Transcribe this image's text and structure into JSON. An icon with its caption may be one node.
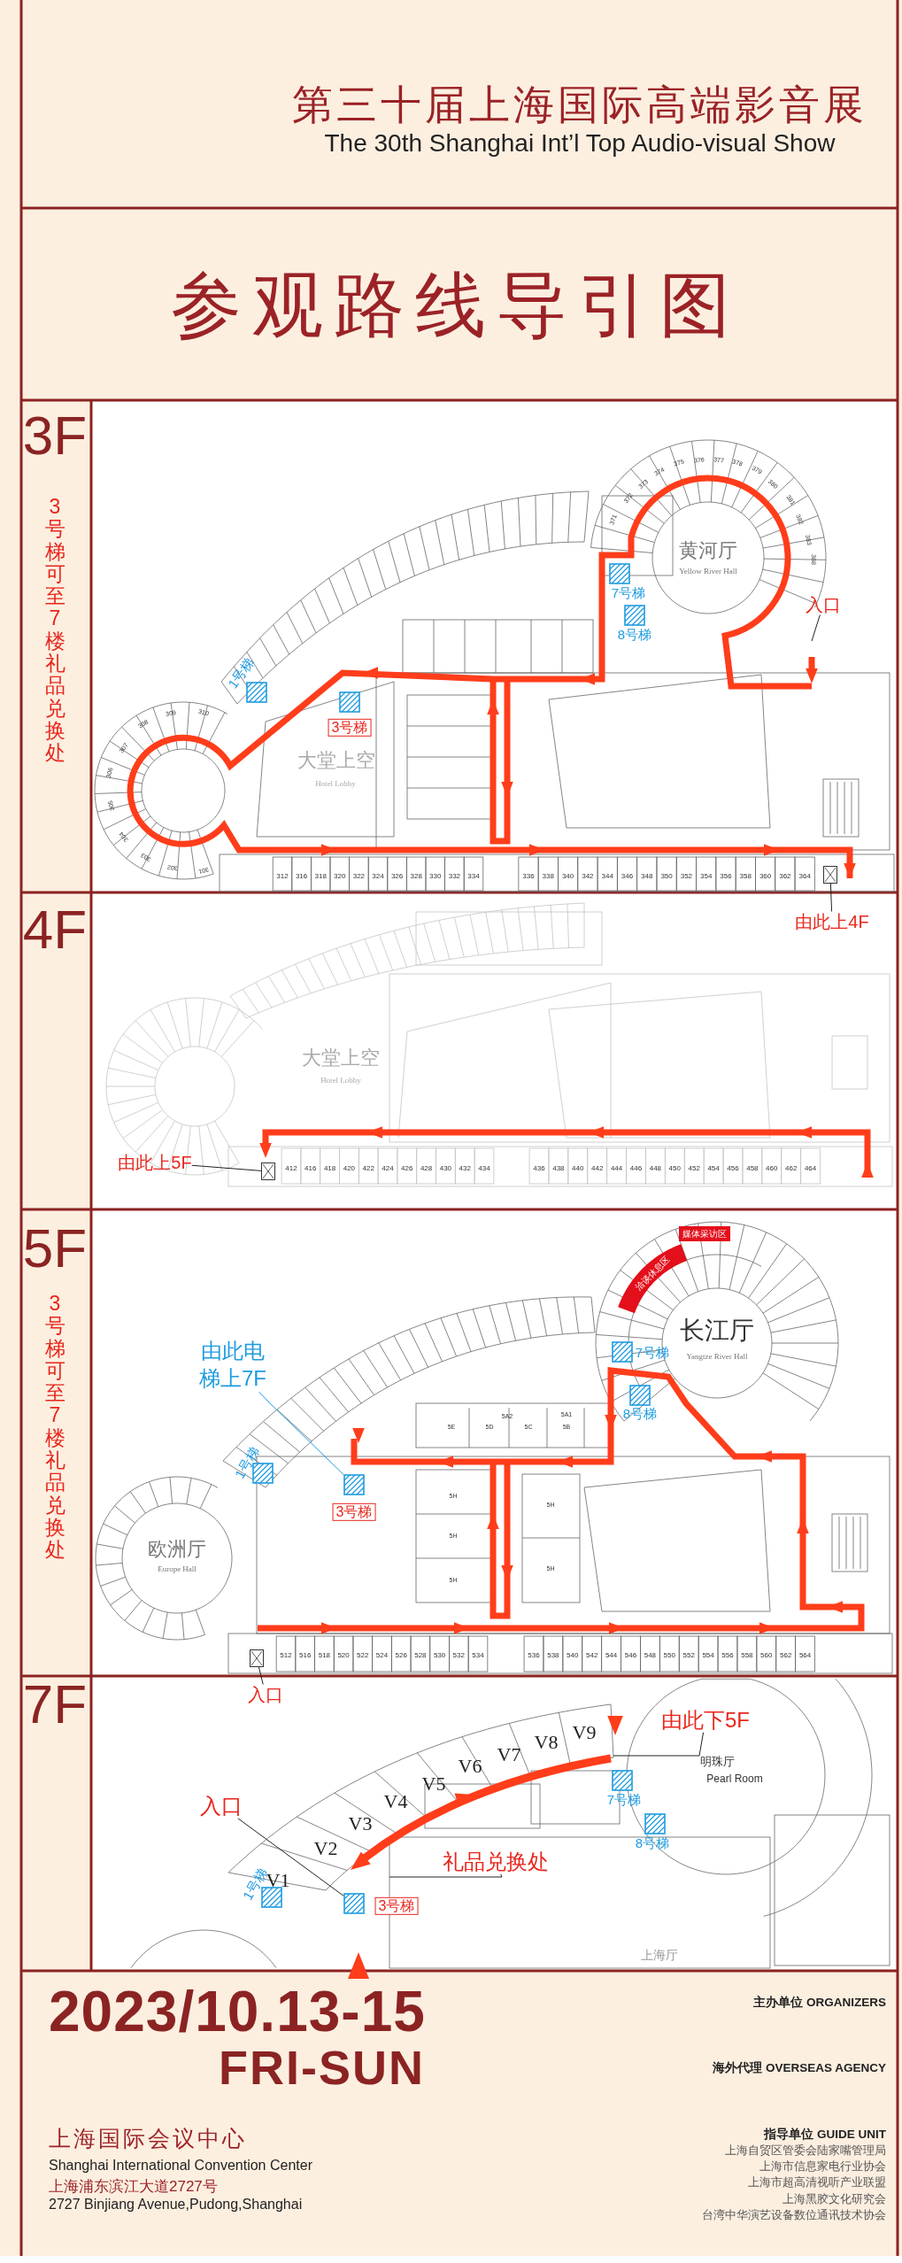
{
  "diagram": {
    "title": "参观路线导引图",
    "nodes": [
      {
        "text": [
          "入口"
        ]
      },
      {
        "text": [],
        "shape": "box"
      },
      {
        "text": [
          "由此上4F"
        ]
      },
      {
        "text": [
          "由此上5F"
        ]
      },
      {
        "text": [],
        "shape": "box"
      },
      {
        "text": [
          "由此电梯上7F"
        ]
      },
      {
        "text": [],
        "shape": "box"
      },
      {
        "text": [],
        "shape": "box"
      },
      {
        "text": [
          "入口"
        ]
      },
      {
        "text": [
          "由此下5F"
        ]
      },
      {
        "text": [
          "入口"
        ]
      },
      {
        "text": [
          "礼品兑换处"
        ]
      },
      {
        "text": [],
        "shape": "box"
      }
    ],
    "edges": [
      {
        "from": 0,
        "to": null,
        "arrow": "none"
      },
      {
        "from": 2,
        "to": 1,
        "arrow": "none"
      },
      {
        "from": 3,
        "to": 4,
        "arrow": "none"
      },
      {
        "from": 5,
        "to": 6,
        "arrow": "none",
        "color": "#1e9be0"
      },
      {
        "from": 8,
        "to": 7,
        "arrow": "none"
      },
      {
        "from": 9,
        "to": null,
        "arrow": "none"
      },
      {
        "from": 10,
        "to": 12,
        "arrow": "none"
      },
      {
        "from": 11,
        "to": null,
        "arrow": "none"
      }
    ],
    "labels": [
      "第三十届上海国际高端影音展",
      "The 30th Shanghai Int’l Top Audio-visual Show",
      "3F",
      "3号梯可至7楼礼品兑换处",
      "375",
      "376",
      "377",
      "378",
      "374",
      "379",
      "373",
      "380",
      "372",
      "381",
      "371",
      "382",
      "383",
      "388",
      "黄河厅",
      "Yellow River Hall",
      "7号梯",
      "8号梯",
      "1号梯",
      "3号梯",
      "大堂上空",
      "Hotel Lobby",
      "309",
      "310",
      "308",
      "307",
      "306",
      "305",
      "304",
      "303",
      "302",
      "301",
      "312",
      "316",
      "318",
      "320",
      "322",
      "324",
      "326",
      "328",
      "330",
      "332",
      "334",
      "336",
      "338",
      "340",
      "342",
      "344",
      "346",
      "348",
      "350",
      "352",
      "354",
      "356",
      "358",
      "360",
      "362",
      "364",
      "4F",
      "大堂上空",
      "Hotel Lobby",
      "412",
      "416",
      "418",
      "420",
      "422",
      "424",
      "426",
      "428",
      "430",
      "432",
      "434",
      "436",
      "438",
      "440",
      "442",
      "444",
      "446",
      "448",
      "450",
      "452",
      "454",
      "456",
      "458",
      "460",
      "462",
      "464",
      "5F",
      "3号梯可至7楼礼品兑换处",
      "洽谈休息区",
      "媒体采访区",
      "长江厅",
      "Yangtze River Hall",
      "7号梯",
      "5A2",
      "5A1",
      "8号梯",
      "5E",
      "5D",
      "5C",
      "5B",
      "1号梯",
      "3号梯",
      "5H",
      "5H",
      "5H",
      "5H",
      "5H",
      "欧洲厅",
      "Europe Hall",
      "512",
      "516",
      "518",
      "520",
      "522",
      "524",
      "526",
      "528",
      "530",
      "532",
      "534",
      "536",
      "538",
      "540",
      "542",
      "544",
      "546",
      "548",
      "550",
      "552",
      "554",
      "556",
      "558",
      "560",
      "562",
      "564",
      "7F",
      "V1",
      "V2",
      "V3",
      "V4",
      "V5",
      "V6",
      "V7",
      "V8",
      "V9",
      "明珠厅",
      "Pearl Room",
      "7号梯",
      "8号梯",
      "1号梯",
      "3号梯",
      "上海厅",
      "2023/10.13-15",
      "FRI-SUN",
      "主办单位 ORGANIZERS",
      "海外代理 OVERSEAS AGENCY",
      "上海国际会议中心",
      "Shanghai International Convention Center",
      "指导单位 GUIDE UNIT",
      "上海自贸区管委会陆家嘴管理局",
      "上海市信息家电行业协会",
      "上海市超高清视听产业联盟",
      "上海浦东滨江大道2727号",
      "2727 Binjiang Avenue,Pudong,Shanghai",
      "上海黑胶文化研究会",
      "台湾中华演艺设备数位通讯技术协会"
    ]
  }
}
